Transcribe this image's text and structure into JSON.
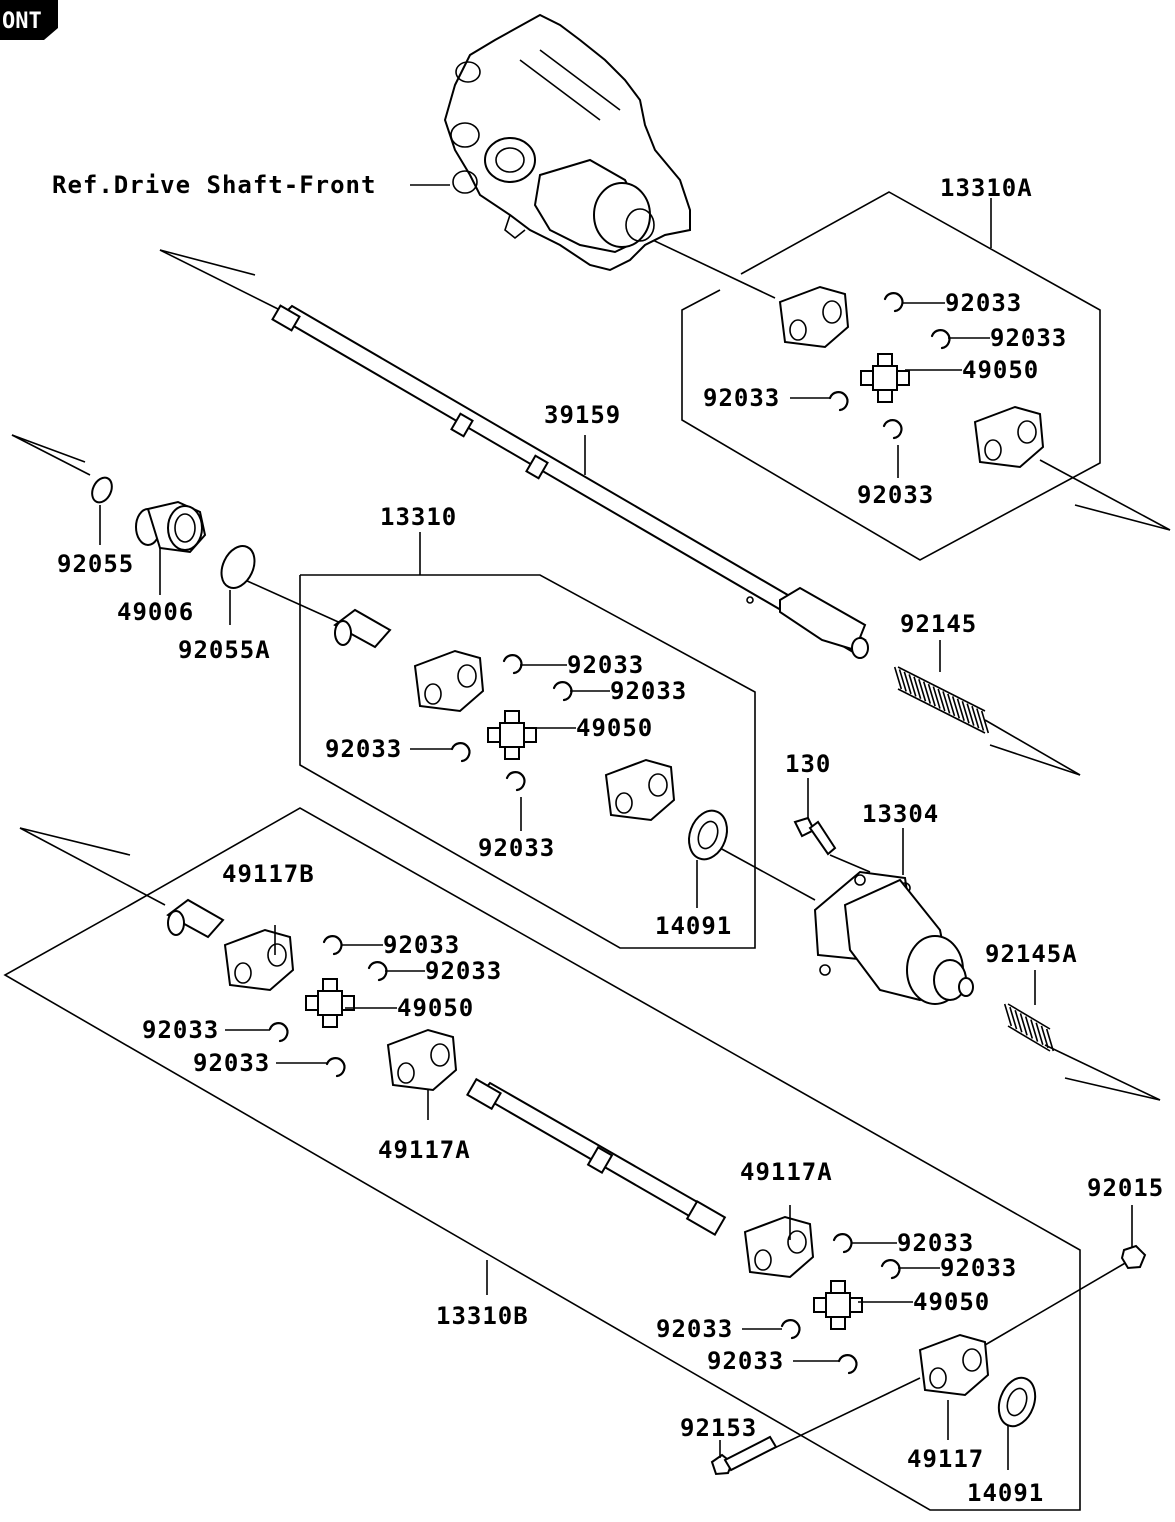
{
  "reference_label": "Ref.Drive Shaft-Front",
  "part_numbers": {
    "assy_a": "13310A",
    "assy": "13310",
    "assy_b": "13310B",
    "shaft": "39159",
    "ring": "92055",
    "ring_a": "92055A",
    "seal": "49006",
    "spring": "92145",
    "spring_a": "92145A",
    "bolt": "130",
    "joint_housing": "13304",
    "washer": "14091",
    "yoke": "49117",
    "yoke_a": "49117A",
    "yoke_b": "49117B",
    "spider": "49050",
    "circlip": "92033",
    "nut": "92015",
    "long_bolt": "92153"
  },
  "corner_tab": "ONT"
}
